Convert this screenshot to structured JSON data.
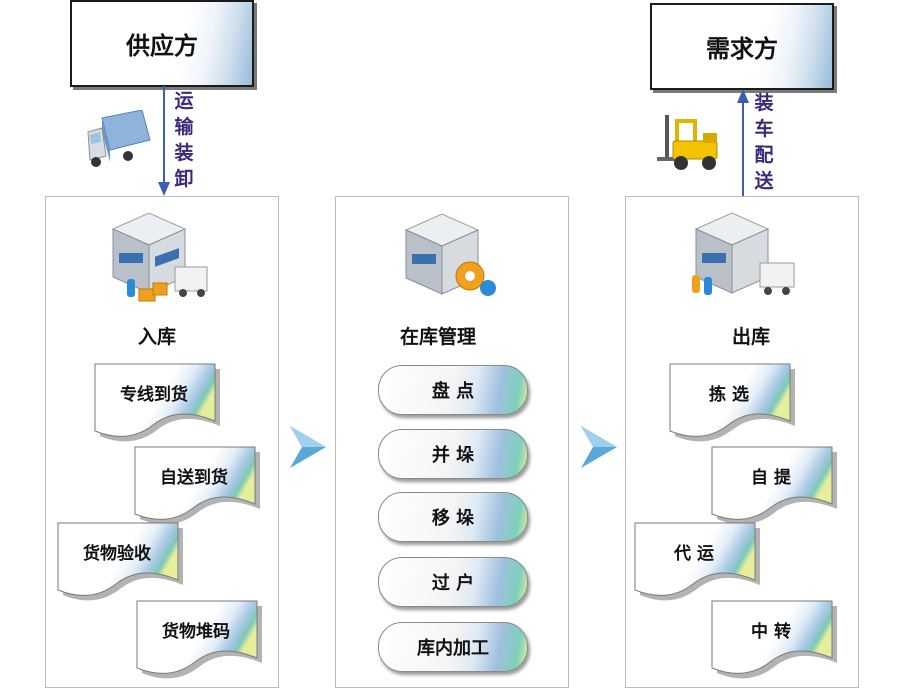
{
  "supplier": {
    "label": "供应方"
  },
  "demand": {
    "label": "需求方"
  },
  "flow_left": {
    "label": "运输装卸"
  },
  "flow_right": {
    "label": "装车配送"
  },
  "inbound": {
    "title": "入库",
    "items": [
      "专线到货",
      "自送到货",
      "货物验收",
      "货物堆码"
    ]
  },
  "manage": {
    "title": "在库管理",
    "items": [
      "盘 点",
      "并 垛",
      "移 垛",
      "过 户",
      "库内加工"
    ]
  },
  "outbound": {
    "title": "出库",
    "items": [
      "拣 选",
      "自 提",
      "代 运",
      "中 转"
    ]
  },
  "colors": {
    "arrow_blue": "#3a5fb0",
    "label_purple": "#3b2a7a",
    "accent_gradient": "#97bcd8",
    "chevron": "#5aa7d8"
  }
}
